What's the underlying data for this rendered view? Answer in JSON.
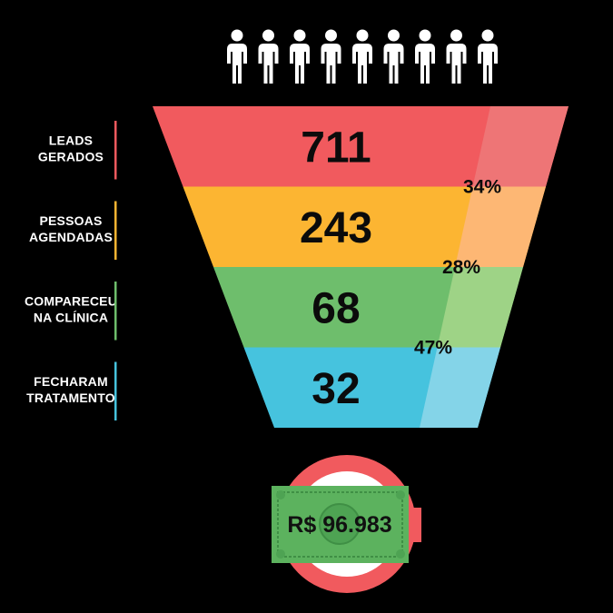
{
  "chart_data": {
    "type": "funnel",
    "stages": [
      {
        "label_lines": [
          "LEADS",
          "GERADOS"
        ],
        "value": "711",
        "conversion": "",
        "color": "#f15a5e",
        "highlight": "#ee7576"
      },
      {
        "label_lines": [
          "PESSOAS",
          "AGENDADAS"
        ],
        "value": "243",
        "conversion": "34%",
        "color": "#fcb532",
        "highlight": "#fdb774"
      },
      {
        "label_lines": [
          "COMPARECEU",
          "NA CLÍNICA"
        ],
        "value": "68",
        "conversion": "28%",
        "color": "#6ebe6c",
        "highlight": "#9ed386"
      },
      {
        "label_lines": [
          "FECHARAM",
          "TRATAMENTO"
        ],
        "value": "32",
        "conversion": "47%",
        "color": "#46c3de",
        "highlight": "#84d4e8"
      }
    ]
  },
  "people_icons": {
    "icon": "person-icon",
    "count": 9,
    "color": "#ffffff"
  },
  "revenue": {
    "amount": "R$ 96.983",
    "icon": "money-bill-icon",
    "bill_color": "#5cb25e",
    "ring_color": "#f15a5e"
  }
}
